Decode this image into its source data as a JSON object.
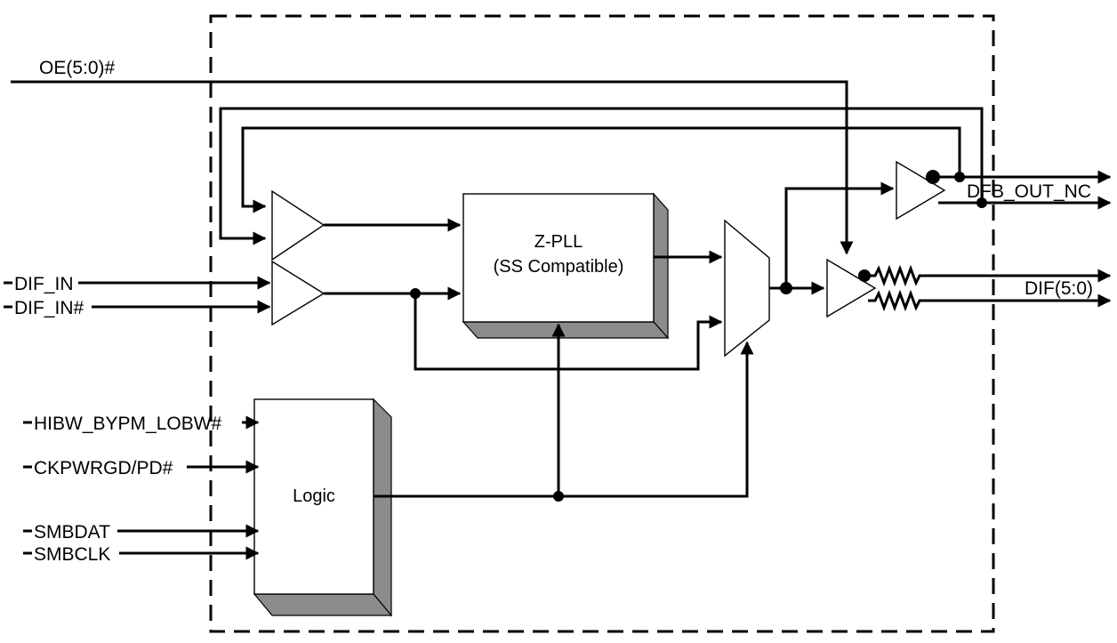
{
  "signals": {
    "oe": "OE(5:0)#",
    "dif_in": "DIF_IN",
    "dif_in_n": "DIF_IN#",
    "hibw": "HIBW_BYPM_LOBW#",
    "ckpwrgd": "CKPWRGD/PD#",
    "smbdat": "SMBDAT",
    "smbclk": "SMBCLK",
    "dfb_out": "DFB_OUT_NC",
    "dif_out": "DIF(5:0)"
  },
  "blocks": {
    "pll_title": "Z-PLL",
    "pll_subtitle": "(SS Compatible)",
    "logic": "Logic"
  }
}
